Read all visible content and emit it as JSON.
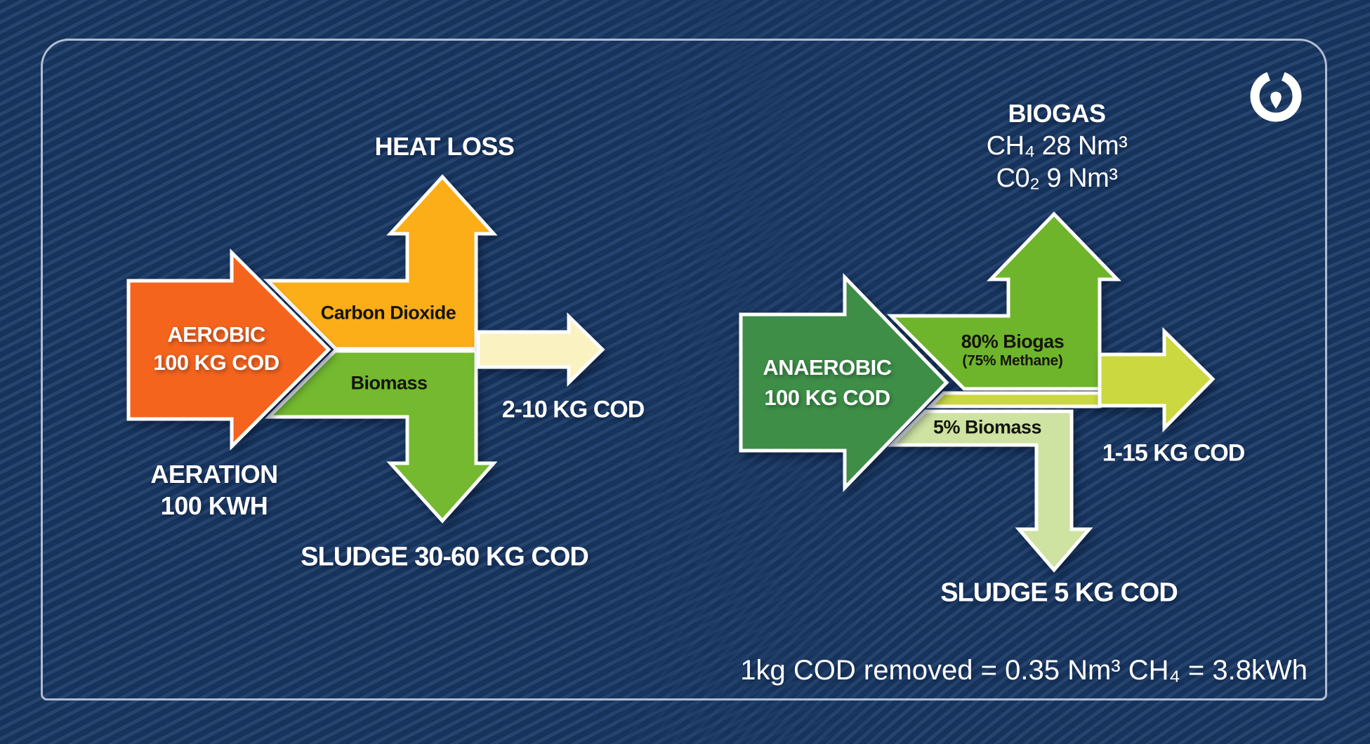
{
  "colors": {
    "background": "#16335c",
    "stripe": "#1e3d68",
    "panel_border": "#cbd5e5",
    "aerobic_orange": "#F4641D",
    "heatloss_amber": "#FBAE17",
    "biomass_green": "#74B92F",
    "effluent_cream": "#FAF2C0",
    "anaerobic_green": "#3E8E47",
    "biogas_green": "#6FB52C",
    "effluent_yellowgreen": "#CBD83F",
    "sludge_pale_green": "#CEE2A2",
    "outline_white": "#ffffff",
    "band_text_dark": "#15150a"
  },
  "logo": {
    "name": "water-drop-ring-logo"
  },
  "left": {
    "heat_loss": "HEAT LOSS",
    "input_line1": "AEROBIC",
    "input_line2": "100 KG COD",
    "band_top": "Carbon Dioxide",
    "band_bottom": "Biomass",
    "effluent": "2-10 KG COD",
    "energy_line1": "AERATION",
    "energy_line2": "100 KWH",
    "sludge": "SLUDGE 30-60 KG COD"
  },
  "right": {
    "biogas_title": "BIOGAS",
    "biogas_ch4": "CH₄ 28 Nm³",
    "biogas_co2": "C0₂ 9 Nm³",
    "input_line1": "ANAEROBIC",
    "input_line2": "100 KG COD",
    "band_top": "80% Biogas",
    "band_top_sub": "(75% Methane)",
    "band_bottom": "5% Biomass",
    "effluent": "1-15 KG COD",
    "sludge": "SLUDGE 5 KG COD"
  },
  "footer": {
    "formula": "1kg COD removed = 0.35 Nm³ CH₄ = 3.8kWh"
  }
}
